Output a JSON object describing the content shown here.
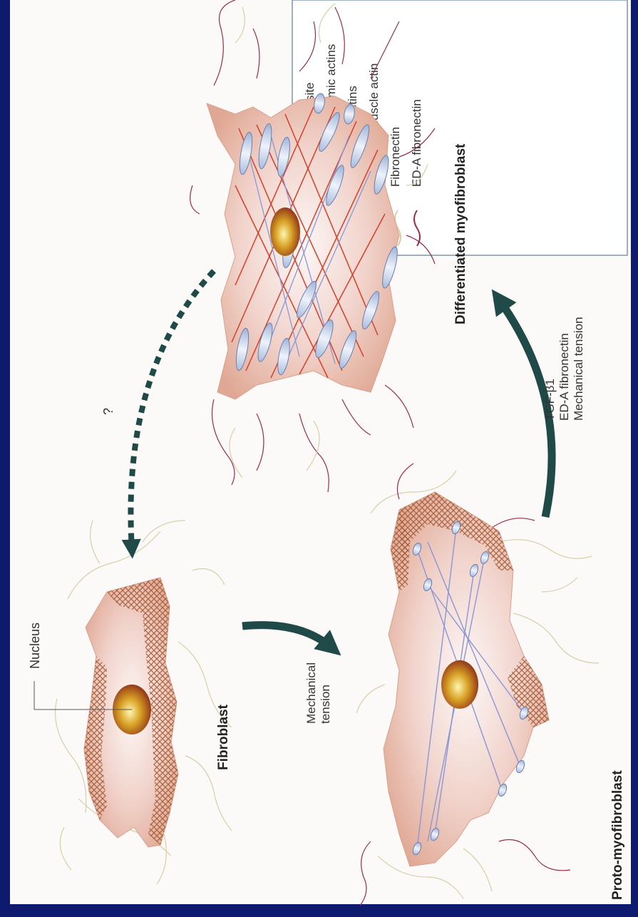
{
  "colors": {
    "frame": "#0d1a6e",
    "panel": "#fbfaf8",
    "cell": "#e7b8a3",
    "cytoplasmic_actin": "#8b96d6",
    "smooth_muscle_actin": "#d3402a",
    "fibronectin": "#d8cfa8",
    "ed_a_fibronectin": "#9b2a52",
    "focal_adhesion": "#c7d3ea",
    "arrow": "#1f4a48"
  },
  "legend": {
    "items": [
      {
        "icon": "focal-adhesion-icon",
        "label": "Focal adhesion site"
      },
      {
        "icon": "cortical-actin-icon",
        "label": "Cortical cytoplasmic actins"
      },
      {
        "icon": "cytoplasmic-actin-icon",
        "label": "Cytoplasmic actins"
      },
      {
        "icon": "smooth-muscle-actin-icon",
        "label": "α-Smooth muscle actin"
      },
      {
        "icon": "fibronectin-icon",
        "label": "Fibronectin"
      },
      {
        "icon": "ed-a-fibronectin-icon",
        "label": "ED-A fibronectin"
      }
    ]
  },
  "labels": {
    "nucleus": "Nucleus",
    "fibroblast": "Fibroblast",
    "proto_myofibroblast": "Proto-myofibroblast",
    "differentiated_myofibroblast": "Differentiated myofibroblast",
    "question": "?"
  },
  "transitions": {
    "mechanical_tension": [
      "Mechanical",
      "tension"
    ],
    "differentiation_factors": [
      "TGF-β1",
      "ED-A fibronectin",
      "Mechanical tension"
    ]
  }
}
